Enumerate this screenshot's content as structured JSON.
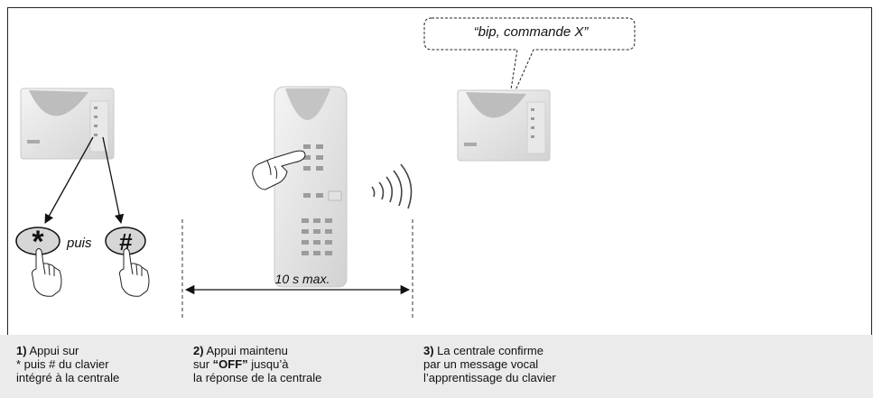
{
  "bubble": {
    "text": "“bip, commande X”"
  },
  "step1": {
    "keys_join": "puis",
    "key_star": "*",
    "key_hash": "#"
  },
  "step2": {
    "duration": "10 s max."
  },
  "captions": [
    {
      "num": "1)",
      "text": " Appui sur\n* puis # du clavier\nintégré à la centrale"
    },
    {
      "num": "2)",
      "text": " Appui maintenu\nsur ",
      "bold": "“OFF”",
      "text2": " jusqu’à\nla réponse de la centrale"
    },
    {
      "num": "3)",
      "text": " La centrale confirme\npar un message vocal\nl’apprentissage du clavier"
    }
  ]
}
